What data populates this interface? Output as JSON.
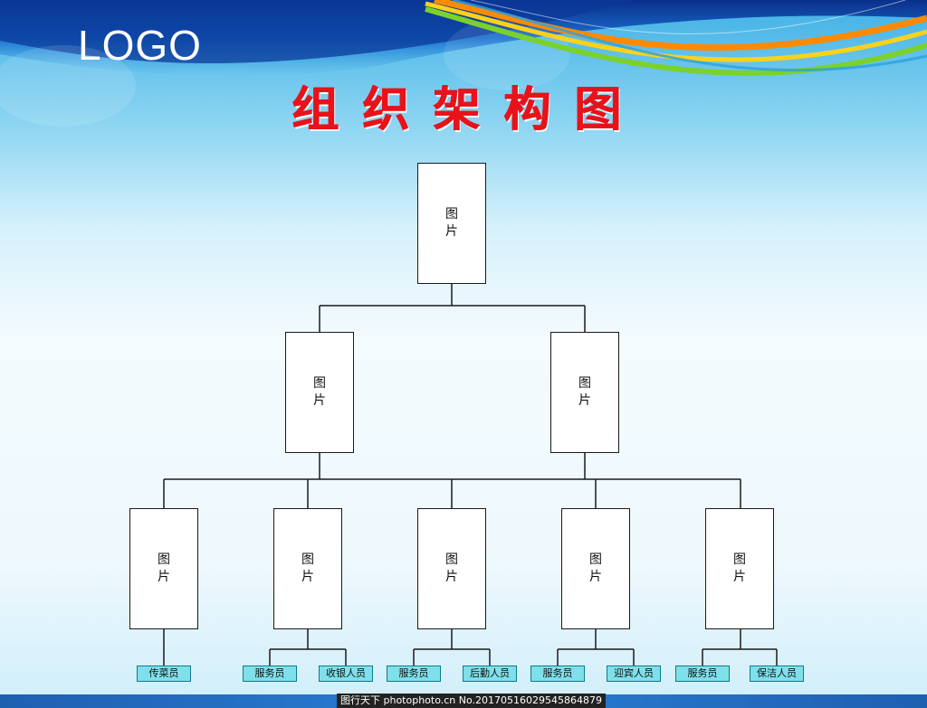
{
  "header": {
    "logo": "LOGO",
    "title": "组织架构图"
  },
  "nodes": {
    "top": "图片",
    "mid_left": "图片",
    "mid_right": "图片",
    "leaf_1": "图片",
    "leaf_2": "图片",
    "leaf_3": "图片",
    "leaf_4": "图片",
    "leaf_5": "图片"
  },
  "roles": [
    "传菜员",
    "服务员",
    "收银人员",
    "服务员",
    "后勤人员",
    "服务员",
    "迎宾人员",
    "服务员",
    "保洁人员"
  ],
  "watermark": "图行天下 photophoto.cn  No.20170516029545864879",
  "colors": {
    "title": "#e8121b",
    "role_fill": "#7fe0ea",
    "role_border": "#0c7c8c",
    "line": "#1a1a1a"
  }
}
